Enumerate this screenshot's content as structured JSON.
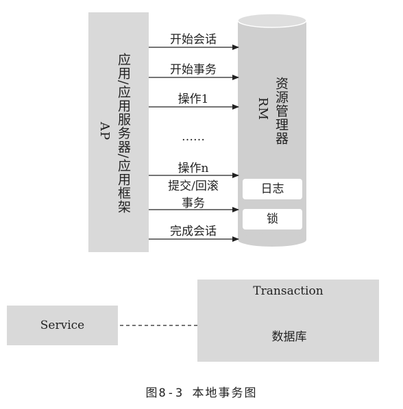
{
  "ap": {
    "vertical_label": "应用/应用服务器/应用框架",
    "code": "AP"
  },
  "rm": {
    "vertical_label": "资源管理器",
    "code": "RM",
    "log_label": "日志",
    "lock_label": "锁"
  },
  "messages": {
    "start_session": "开始会话",
    "start_transaction": "开始事务",
    "operation_1": "操作1",
    "ellipsis": "……",
    "operation_n": "操作n",
    "commit_line1": "提交/回滚",
    "commit_line2": "事务",
    "end_session": "完成会话"
  },
  "lower": {
    "service_label": "Service",
    "transaction_label": "Transaction",
    "database_label": "数据库"
  },
  "caption": "图8-3   本地事务图",
  "colors": {
    "box_fill": "#d9d9d9",
    "cylinder_fill": "#cfcfcf",
    "db_top_fill": "#d0d0d0",
    "db_body_fill": "#a6a6a6",
    "line_color": "#222222"
  }
}
